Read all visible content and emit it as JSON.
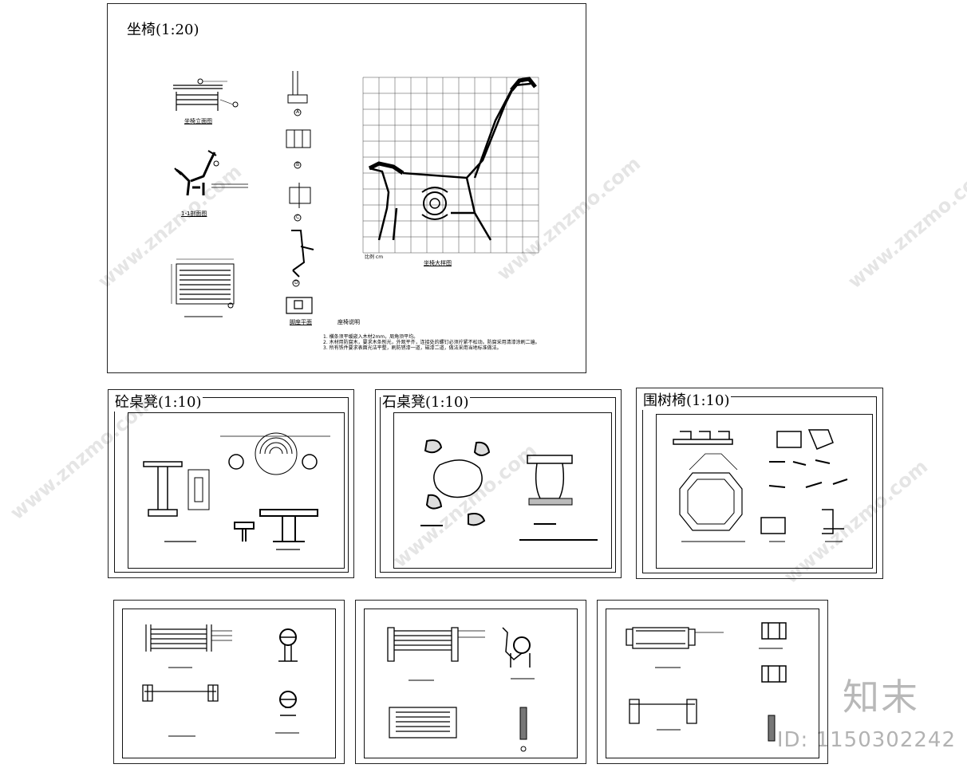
{
  "sheets": {
    "main": {
      "title": "坐椅(1:20)",
      "view_elevation": "坐椅立面图",
      "view_section": "1-1剖面图",
      "view_large": "坐椅大样图",
      "view_bottom": "脚座平面",
      "grid_scale": "比例 cm",
      "detail_marks": [
        "A",
        "B",
        "C",
        "D"
      ],
      "notes_title": "座椅说明",
      "notes": [
        "1. 横条须平缓嵌入木材2mm，周角须平均。",
        "2. 木材用防腐木，要求木条刨光，外观平齐，连接处的螺钉必须拧紧不松动。防腐采用清漆涂刷二遍。",
        "3. 所有铁件要求表面光洁平整，刷防锈漆一道，磁漆二道，做法采用当地标准做法。"
      ]
    },
    "concrete": {
      "title": "砼桌凳(1:10)"
    },
    "stone": {
      "title": "石桌凳(1:10)"
    },
    "tree": {
      "title": "围树椅(1:10)"
    }
  },
  "watermark": {
    "text": "www.znzmo.com",
    "brand": "知末",
    "id": "ID: 1150302242"
  }
}
